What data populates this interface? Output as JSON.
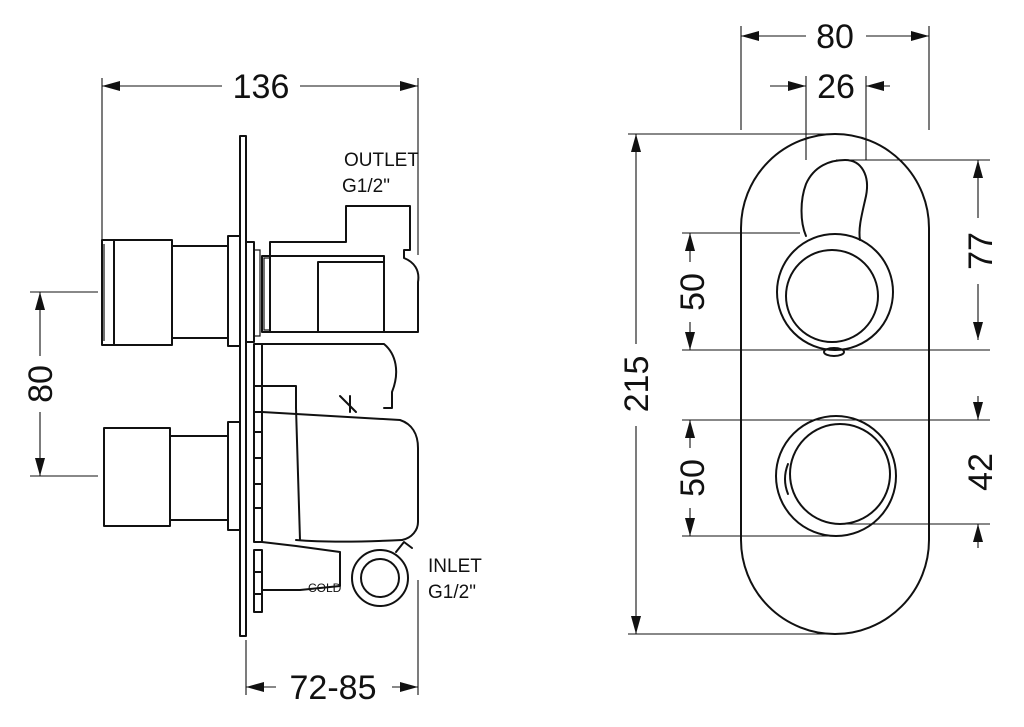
{
  "side_view": {
    "dim_width": "136",
    "dim_depth": "72-85",
    "dim_centers": "80",
    "outlet_label": "OUTLET",
    "outlet_thread": "G1/2\"",
    "inlet_label": "INLET",
    "inlet_thread": "G1/2\"",
    "cold_label": "COLD"
  },
  "front_view": {
    "dim_plate_width": "80",
    "dim_lever_width": "26",
    "dim_plate_height": "215",
    "dim_upper_knob": "50",
    "dim_lower_knob": "50",
    "dim_lever_height": "77",
    "dim_lower_inner": "42"
  }
}
